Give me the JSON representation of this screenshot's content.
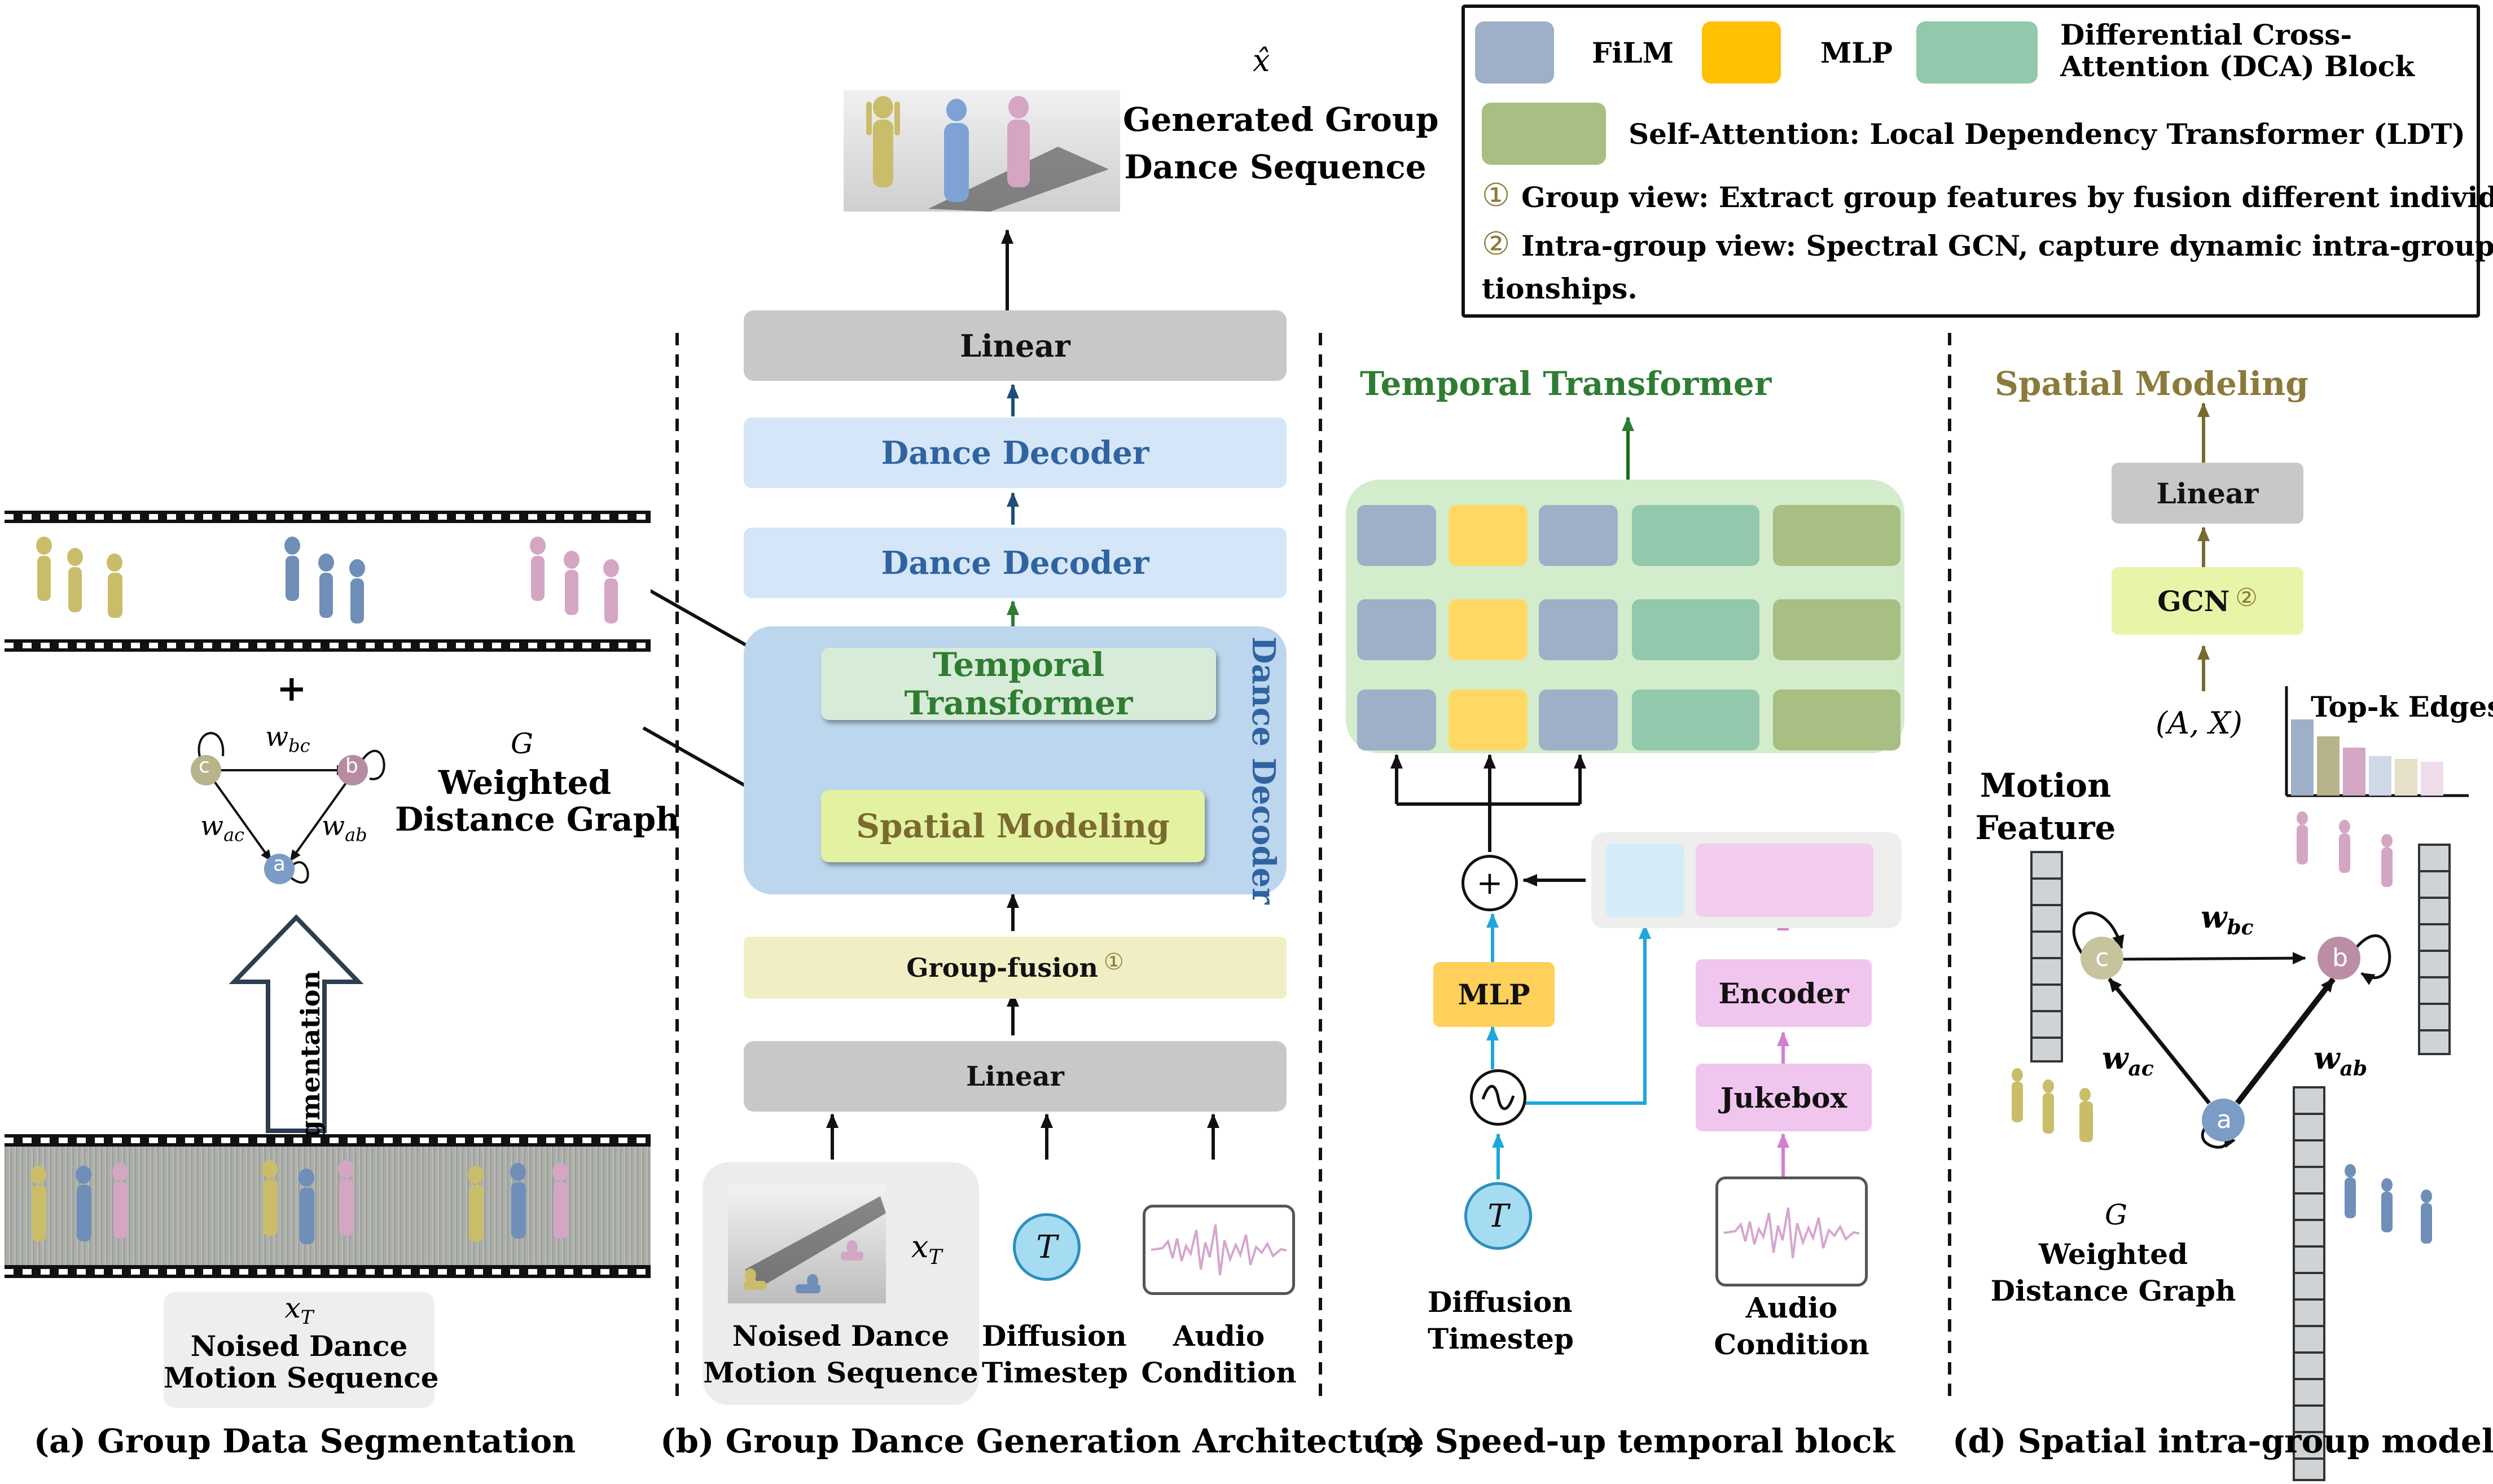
{
  "legend": {
    "film": "FiLM",
    "mlp": "MLP",
    "dca": "Differential Cross-Attention (DCA) Block",
    "ldt": "Self-Attention: Local Dependency Transformer (LDT)",
    "note1_marker": "①",
    "note1": "Group view: Extract group features by fusion different individuals.",
    "note2_marker": "②",
    "note2_line1": "Intra-group view: Spectral GCN, capture dynamic intra-group rela-",
    "note2_line2": "tionships.",
    "colors": {
      "film": "#9db0c8",
      "mlp": "#ffc000",
      "dca": "#92c8ab",
      "ldt": "#a7bf82"
    }
  },
  "panel_a": {
    "caption": "(a) Group Data Segmentation",
    "plus": "+",
    "graph_symbol": "G",
    "graph_label_line1": "Weighted",
    "graph_label_line2": "Distance Graph",
    "node_a": "a",
    "node_b": "b",
    "node_c": "c",
    "w_bc": "w",
    "w_bc_sub": "bc",
    "w_ac": "w",
    "w_ac_sub": "ac",
    "w_ab": "w",
    "w_ab_sub": "ab",
    "arrow_label": "Segmentation",
    "xt": "x",
    "xt_sub": "T",
    "input_line1": "Noised Dance",
    "input_line2": "Motion Sequence"
  },
  "panel_b": {
    "caption": "(b) Group Dance Generation Architecture",
    "xhat": "x̂",
    "output_line1": "Generated Group",
    "output_line2": "Dance Sequence",
    "linear_top": "Linear",
    "decoder1": "Dance Decoder",
    "decoder2": "Dance Decoder",
    "temporal": "Temporal Transformer",
    "spatial": "Spatial Modeling",
    "decoder_vertical": "Dance Decoder",
    "group_fusion": "Group-fusion",
    "group_fusion_marker": "①",
    "linear_bottom": "Linear",
    "xt": "x",
    "xt_sub": "T",
    "input1_line1": "Noised Dance",
    "input1_line2": "Motion Sequence",
    "t_symbol": "T",
    "input2_line1": "Diffusion",
    "input2_line2": "Timestep",
    "input3_line1": "Audio",
    "input3_line2": "Condition"
  },
  "panel_c": {
    "caption": "(c) Speed-up temporal block",
    "title": "Temporal Transformer",
    "plus": "+",
    "mlp": "MLP",
    "encoder": "Encoder",
    "jukebox": "Jukebox",
    "t_symbol": "T",
    "diff_line1": "Diffusion",
    "diff_line2": "Timestep",
    "audio_line1": "Audio",
    "audio_line2": "Condition"
  },
  "panel_d": {
    "caption": "(d) Spatial intra-group modeling",
    "title": "Spatial Modeling",
    "linear": "Linear",
    "gcn": "GCN",
    "gcn_marker": "②",
    "ax": "(A, X)",
    "topk": "Top-k Edges",
    "motion_line1": "Motion",
    "motion_line2": "Feature",
    "w_bc": "w",
    "w_bc_sub": "bc",
    "w_ac": "w",
    "w_ac_sub": "ac",
    "w_ab": "w",
    "w_ab_sub": "ab",
    "node_a": "a",
    "node_b": "b",
    "node_c": "c",
    "graph_symbol": "G",
    "graph_label_line1": "Weighted",
    "graph_label_line2": "Distance Graph"
  }
}
